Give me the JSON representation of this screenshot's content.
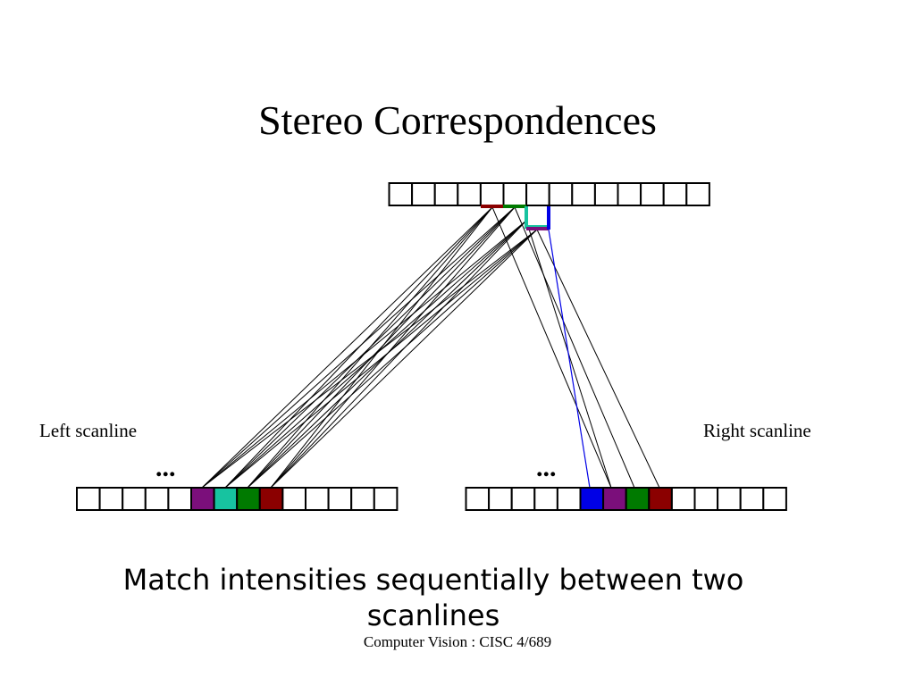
{
  "title": "Stereo Correspondences",
  "left_label": "Left scanline",
  "right_label": "Right scanline",
  "ellipsis": "...",
  "caption": "Match intensities sequentially between two scanlines",
  "footer": "Computer Vision : CISC 4/689",
  "colors": {
    "dark_red": "#8B0000",
    "green": "#007A00",
    "teal": "#17C3A0",
    "purple": "#7B0F7B",
    "blue": "#0000E6"
  },
  "top_scanline": {
    "cell_count": 14
  },
  "left_scanline": {
    "cell_count": 14,
    "filled": [
      "",
      "",
      "",
      "",
      "",
      "purple",
      "teal",
      "green",
      "dark_red",
      "",
      "",
      "",
      "",
      ""
    ]
  },
  "right_scanline": {
    "cell_count": 14,
    "filled": [
      "",
      "",
      "",
      "",
      "",
      "blue",
      "purple",
      "green",
      "dark_red",
      "",
      "",
      "",
      "",
      ""
    ]
  }
}
